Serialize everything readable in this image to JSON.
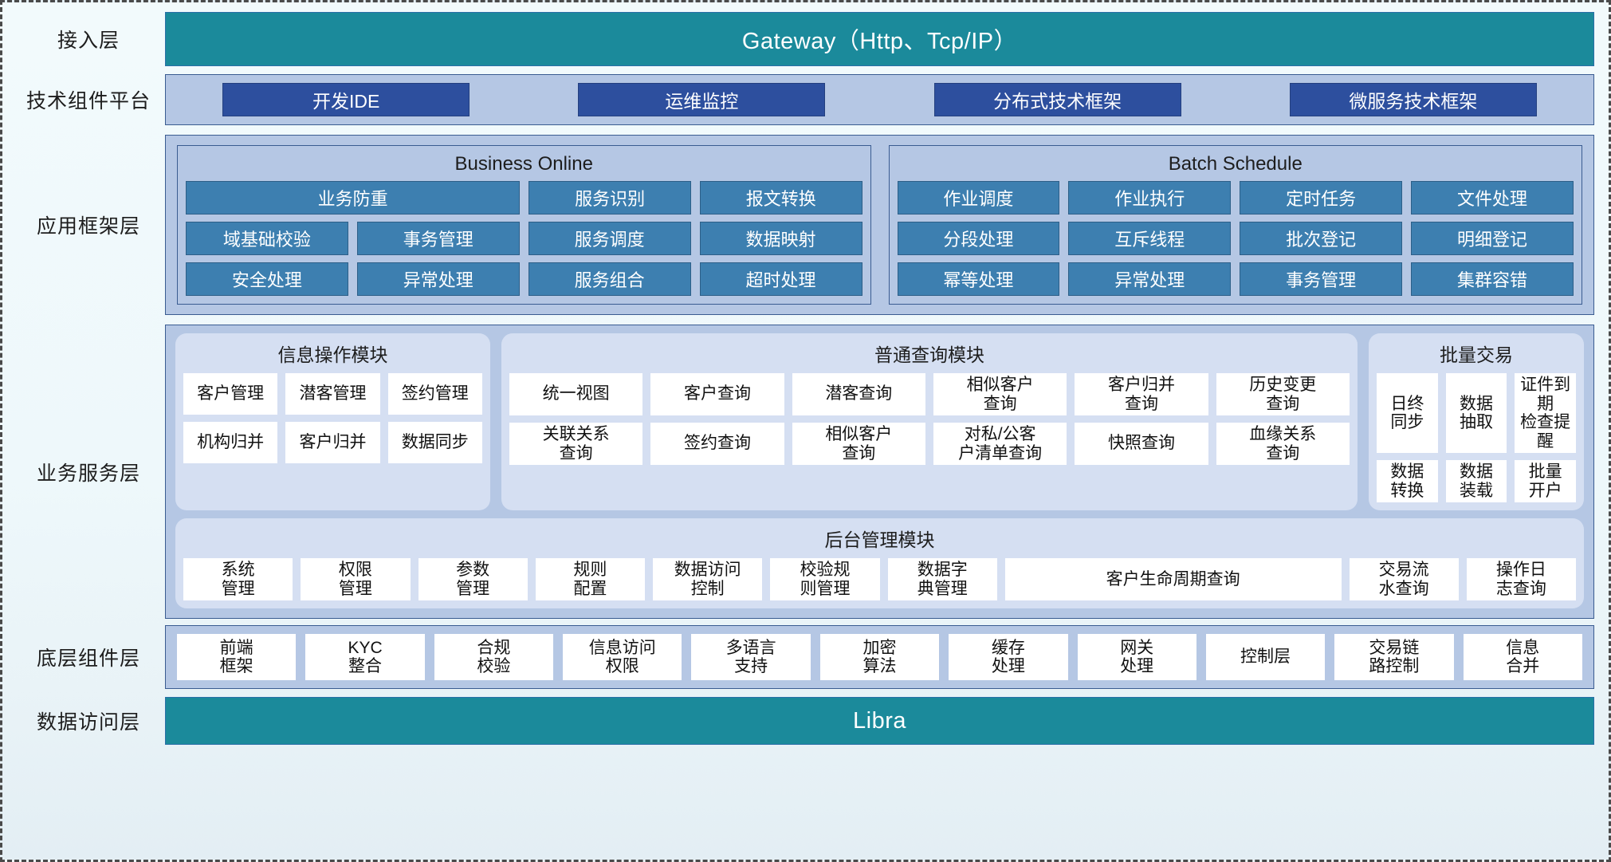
{
  "layers": {
    "access": "接入层",
    "tech_platform": "技术组件平台",
    "app_framework": "应用框架层",
    "business_service": "业务服务层",
    "bottom_component": "底层组件层",
    "data_access": "数据访问层"
  },
  "gateway": {
    "label": "Gateway（Http、Tcp/IP）"
  },
  "libra": {
    "label": "Libra"
  },
  "tech_chips": [
    {
      "label": "开发IDE"
    },
    {
      "label": "运维监控"
    },
    {
      "label": "分布式技术框架"
    },
    {
      "label": "微服务技术框架"
    }
  ],
  "app_framework": {
    "groups": [
      {
        "title": "Business Online",
        "rows": [
          [
            {
              "label": "业务防重",
              "span": 2
            },
            {
              "label": "服务识别",
              "span": 1
            },
            {
              "label": "报文转换",
              "span": 1
            }
          ],
          [
            {
              "label": "域基础校验",
              "span": 1
            },
            {
              "label": "事务管理",
              "span": 1
            },
            {
              "label": "服务调度",
              "span": 1
            },
            {
              "label": "数据映射",
              "span": 1
            }
          ],
          [
            {
              "label": "安全处理",
              "span": 1
            },
            {
              "label": "异常处理",
              "span": 1
            },
            {
              "label": "服务组合",
              "span": 1
            },
            {
              "label": "超时处理",
              "span": 1
            }
          ]
        ]
      },
      {
        "title": "Batch Schedule",
        "rows": [
          [
            {
              "label": "作业调度",
              "span": 1
            },
            {
              "label": "作业执行",
              "span": 1
            },
            {
              "label": "定时任务",
              "span": 1
            },
            {
              "label": "文件处理",
              "span": 1
            }
          ],
          [
            {
              "label": "分段处理",
              "span": 1
            },
            {
              "label": "互斥线程",
              "span": 1
            },
            {
              "label": "批次登记",
              "span": 1
            },
            {
              "label": "明细登记",
              "span": 1
            }
          ],
          [
            {
              "label": "幂等处理",
              "span": 1
            },
            {
              "label": "异常处理",
              "span": 1
            },
            {
              "label": "事务管理",
              "span": 1
            },
            {
              "label": "集群容错",
              "span": 1
            }
          ]
        ]
      }
    ]
  },
  "business_service": {
    "info_module": {
      "title": "信息操作模块",
      "rows": [
        [
          {
            "label": "客户管理"
          },
          {
            "label": "潜客管理"
          },
          {
            "label": "签约管理"
          }
        ],
        [
          {
            "label": "机构归并"
          },
          {
            "label": "客户归并"
          },
          {
            "label": "数据同步"
          }
        ]
      ]
    },
    "query_module": {
      "title": "普通查询模块",
      "rows": [
        [
          {
            "label": "统一视图"
          },
          {
            "label": "客户查询"
          },
          {
            "label": "潜客查询"
          },
          {
            "label": "相似客户\n查询"
          },
          {
            "label": "客户归并\n查询"
          },
          {
            "label": "历史变更\n查询"
          }
        ],
        [
          {
            "label": "关联关系\n查询"
          },
          {
            "label": "签约查询"
          },
          {
            "label": "相似客户\n查询"
          },
          {
            "label": "对私/公客\n户清单查询"
          },
          {
            "label": "快照查询"
          },
          {
            "label": "血缘关系\n查询"
          }
        ]
      ]
    },
    "batch_module": {
      "title": "批量交易",
      "rows": [
        [
          {
            "label": "日终\n同步"
          },
          {
            "label": "数据\n抽取"
          },
          {
            "label": "证件到期\n检查提醒"
          }
        ],
        [
          {
            "label": "数据\n转换"
          },
          {
            "label": "数据\n装载"
          },
          {
            "label": "批量\n开户"
          }
        ]
      ]
    },
    "admin_module": {
      "title": "后台管理模块",
      "rows": [
        [
          {
            "label": "系统\n管理",
            "span": 1
          },
          {
            "label": "权限\n管理",
            "span": 1
          },
          {
            "label": "参数\n管理",
            "span": 1
          },
          {
            "label": "规则\n配置",
            "span": 1
          },
          {
            "label": "数据访问\n控制",
            "span": 1
          },
          {
            "label": "校验规\n则管理",
            "span": 1
          },
          {
            "label": "数据字\n典管理",
            "span": 1
          },
          {
            "label": "客户生命周期查询",
            "span": 3
          },
          {
            "label": "交易流\n水查询",
            "span": 1
          },
          {
            "label": "操作日\n志查询",
            "span": 1
          }
        ]
      ]
    }
  },
  "bottom_component": {
    "items": [
      {
        "label": "前端\n框架"
      },
      {
        "label": "KYC\n整合"
      },
      {
        "label": "合规\n校验"
      },
      {
        "label": "信息访问\n权限"
      },
      {
        "label": "多语言\n支持"
      },
      {
        "label": "加密\n算法"
      },
      {
        "label": "缓存\n处理"
      },
      {
        "label": "网关\n处理"
      },
      {
        "label": "控制层"
      },
      {
        "label": "交易链\n路控制"
      },
      {
        "label": "信息\n合并"
      }
    ]
  },
  "colors": {
    "teal": "#1b8a9b",
    "panel_blue": "#b5c7e4",
    "chip_dark_blue": "#2d4f9e",
    "chip_mid_blue": "#3d7fb0",
    "module_bg": "#d5dff2",
    "cell_white": "#ffffff",
    "border_blue": "#3a5c91"
  }
}
